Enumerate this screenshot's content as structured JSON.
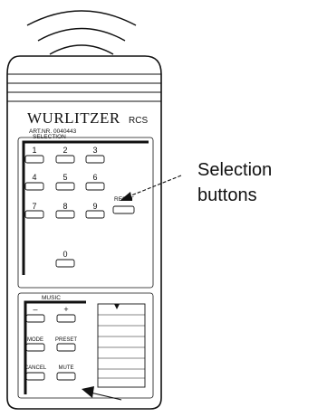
{
  "remote": {
    "brand": "WURLITZER",
    "model": "RCS",
    "art_number": "ART.NR. 0040443",
    "selection_panel_label": "SELECTION",
    "selection_buttons": [
      "1",
      "2",
      "3",
      "4",
      "5",
      "6",
      "7",
      "8",
      "9",
      "0"
    ],
    "reset_label": "RESET",
    "music_panel_label": "MUSIC",
    "control_buttons": [
      "–",
      "+",
      "MODE",
      "PRESET",
      "CANCEL",
      "MUTE"
    ]
  },
  "callout": {
    "line1": "Selection",
    "line2": "buttons"
  }
}
